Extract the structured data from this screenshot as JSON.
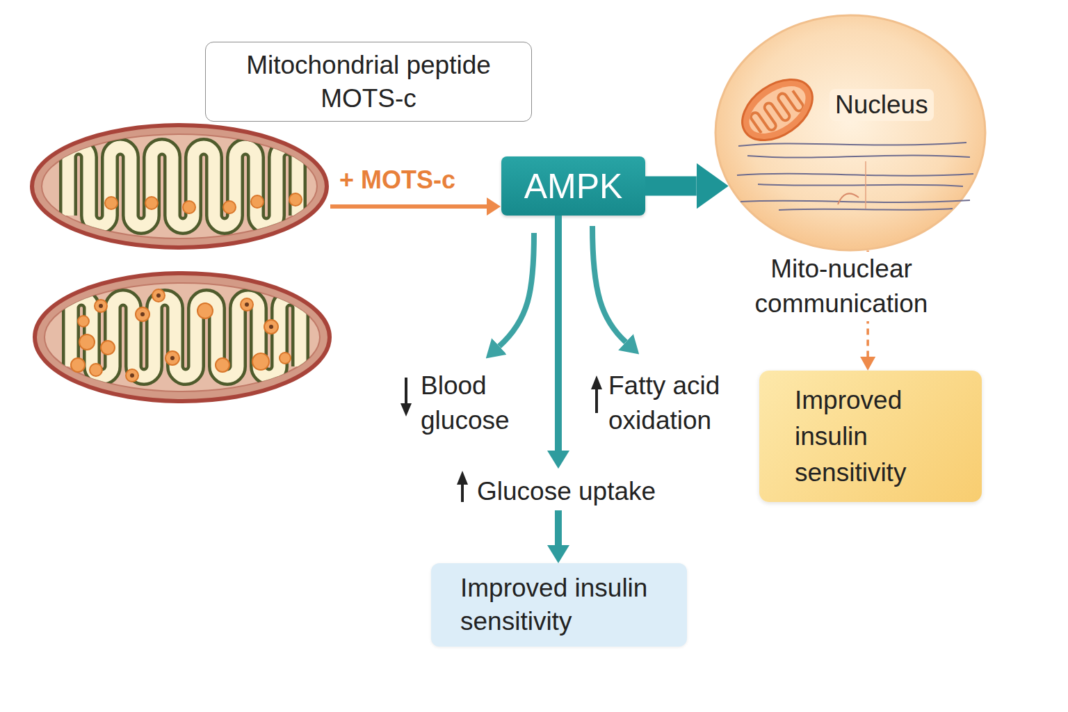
{
  "diagram": {
    "nodes": [
      {
        "text": [
          "Mitochondrial peptide MOTS-c"
        ]
      },
      {
        "text": [
          "AMPK"
        ]
      },
      {
        "text": [
          "Nucleus"
        ]
      },
      {
        "text": [
          "Improved insulin sensitivity"
        ]
      },
      {
        "text": [
          "Improved insulin sensitivity"
        ]
      }
    ],
    "edges": [
      {
        "from": 1,
        "to": 2,
        "arrow": "to"
      },
      {
        "from": 1,
        "to": 4,
        "arrow": "to",
        "label": "Glucose uptake"
      },
      {
        "from": 2,
        "to": 3,
        "arrow": "to",
        "label": "Mito-nuclear communication"
      }
    ],
    "labels": [
      "+ MOTS-c",
      "Blood glucose",
      "Fatty acid oxidation"
    ]
  }
}
